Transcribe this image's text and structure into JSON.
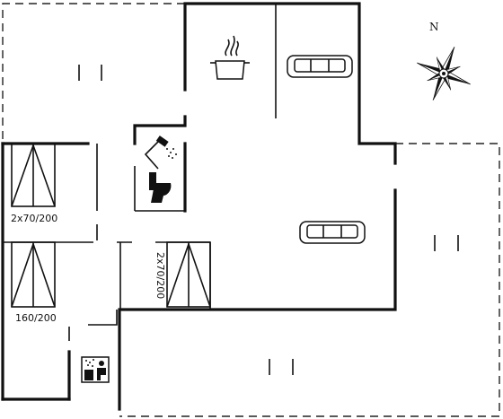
{
  "compass": {
    "north_label": "N"
  },
  "rooms": {
    "bedroom_top": {
      "bed_label": "2x70/200"
    },
    "bedroom_bottom": {
      "bed_label": "160/200"
    },
    "bedroom_middle": {
      "bed_label": "2x70/200"
    }
  },
  "icons": {
    "kitchen": "cooking-pot-icon",
    "sofa_top": "sofa-icon",
    "sofa_living": "sofa-icon",
    "shower": "shower-icon",
    "toilet": "toilet-icon",
    "sauna": "sauna-icon",
    "compass": "compass-rose-icon"
  },
  "colors": {
    "wall": "#111111",
    "background": "#ffffff"
  }
}
